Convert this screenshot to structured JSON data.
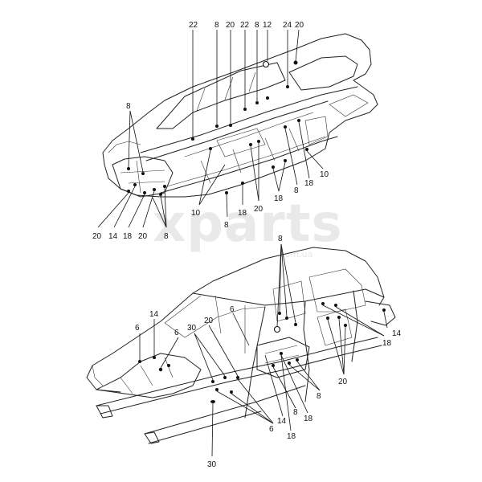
{
  "watermark": {
    "brand": "xparts",
    "domain": ".com.ua"
  },
  "upper_view": {
    "top_callouts": [
      "22",
      "8",
      "20",
      "22",
      "8",
      "12",
      "24",
      "20"
    ],
    "left_callouts": [
      "8"
    ],
    "bottom_left_callouts": [
      "20",
      "14",
      "18",
      "20",
      "8"
    ],
    "center_callouts": [
      "10",
      "8",
      "18",
      "20"
    ],
    "right_callouts": [
      "18",
      "8",
      "18",
      "10"
    ]
  },
  "lower_view": {
    "top_callouts": [
      "8"
    ],
    "left_callouts": [
      "14",
      "6",
      "6",
      "30",
      "20"
    ],
    "center_callouts": [
      "6"
    ],
    "right_callouts": [
      "14",
      "18",
      "20"
    ],
    "bottom_callouts": [
      "8",
      "18",
      "8",
      "14",
      "18",
      "6",
      "30"
    ]
  }
}
